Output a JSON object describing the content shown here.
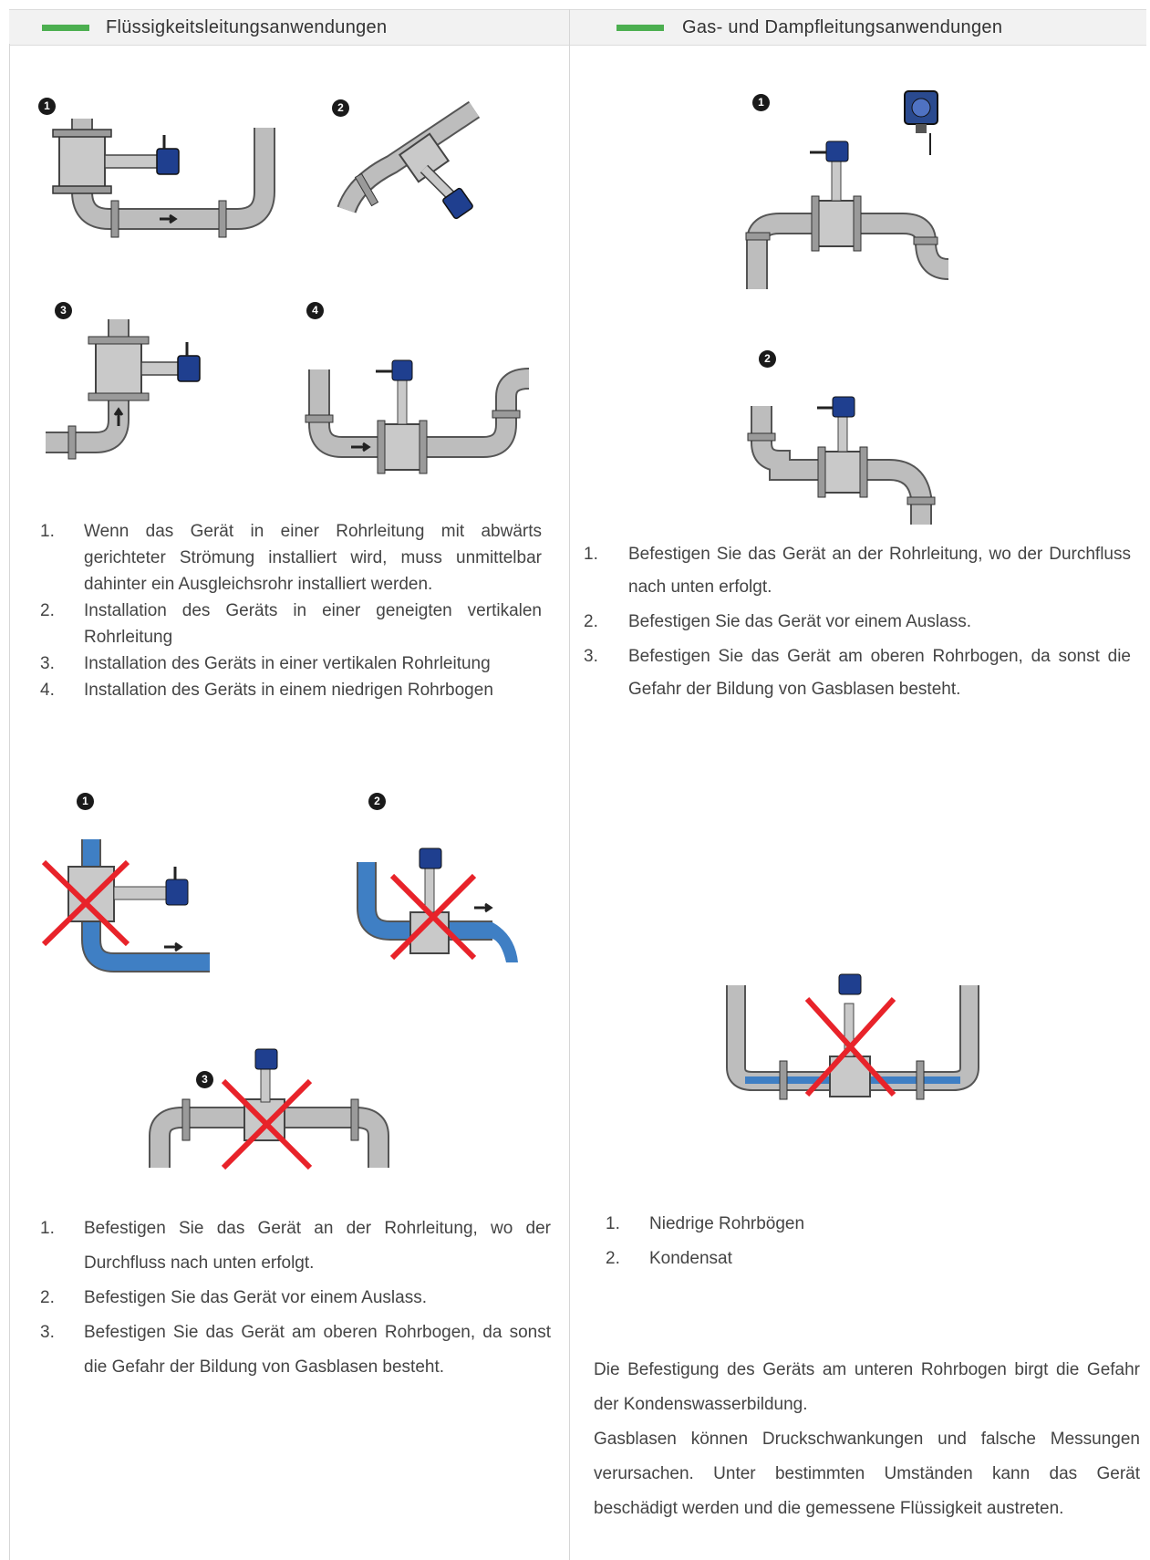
{
  "header": {
    "left_title": "Flüssigkeitsleitungsanwendungen",
    "right_title": "Gas- und Dampfleitungsanwendungen",
    "accent_color": "#4caf50"
  },
  "left": {
    "correct_badges": [
      "1",
      "2",
      "3",
      "4"
    ],
    "correct_list": [
      {
        "n": "1.",
        "text": "Wenn das Gerät in einer Rohrleitung mit abwärts gerichteter Strömung installiert wird, muss unmittelbar dahinter ein Ausgleichsrohr installiert werden."
      },
      {
        "n": "2.",
        "text": "Installation des Geräts in einer geneigten vertikalen Rohrleitung"
      },
      {
        "n": "3.",
        "text": "Installation des Geräts in einer vertikalen Rohrleitung"
      },
      {
        "n": "4.",
        "text": "Installation des Geräts in einem niedrigen Rohrbogen"
      }
    ],
    "wrong_badges": [
      "1",
      "2",
      "3"
    ],
    "wrong_list": [
      {
        "n": "1.",
        "text": "Befestigen Sie das Gerät an der Rohrleitung, wo der Durchfluss nach unten erfolgt."
      },
      {
        "n": "2.",
        "text": "Befestigen Sie das Gerät vor einem Auslass."
      },
      {
        "n": "3.",
        "text": "Befestigen Sie das Gerät am oberen Rohrbogen, da sonst die Gefahr der Bildung von Gasblasen besteht."
      }
    ]
  },
  "right": {
    "correct_badges": [
      "1",
      "2"
    ],
    "correct_list": [
      {
        "n": "1.",
        "text": "Befestigen Sie das Gerät an der Rohrleitung, wo der Durchfluss nach unten erfolgt."
      },
      {
        "n": "2.",
        "text": "Befestigen Sie das Gerät vor einem Auslass."
      },
      {
        "n": "3.",
        "text": "Befestigen Sie das Gerät am oberen Rohrbogen, da sonst die Gefahr der Bildung von Gasblasen besteht."
      }
    ],
    "wrong_list": [
      {
        "n": "1.",
        "text": "Niedrige Rohrbögen"
      },
      {
        "n": "2.",
        "text": "Kondensat"
      }
    ],
    "paragraph_1": "Die Befestigung des Geräts am unteren Rohrbogen birgt die Gefahr der Kondenswasserbildung.",
    "paragraph_2": "Gasblasen können Druckschwankungen und falsche Messungen verursachen. Unter bestimmten Umständen kann das Gerät beschädigt werden und die gemessene Flüssigkeit austreten."
  },
  "colors": {
    "pipe": "#b9b9b9",
    "liquid": "#3f7fc4",
    "cross": "#e8232a",
    "device": "#1f3f8f"
  }
}
